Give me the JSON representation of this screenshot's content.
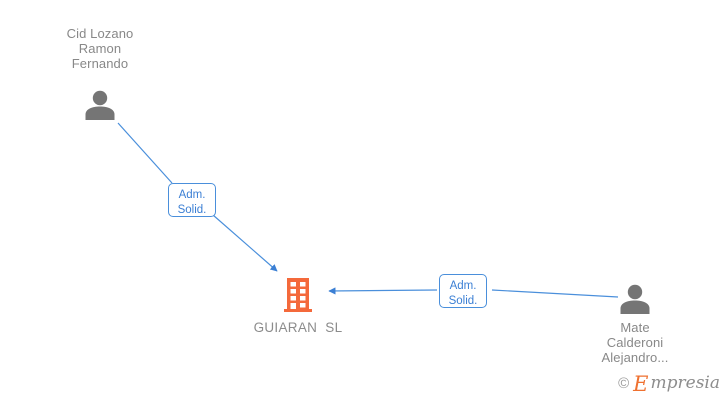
{
  "diagram": {
    "background_color": "#ffffff",
    "edge_color": "#4a8fdb",
    "person_color": "#757575",
    "company_color": "#f4693b",
    "text_color": "#888888"
  },
  "nodes": [
    {
      "id": "person-left",
      "type": "person",
      "icon": "person-icon",
      "label": "Cid Lozano\nRamon\nFernando"
    },
    {
      "id": "company",
      "type": "company",
      "icon": "company-building-icon",
      "label": "GUIARAN  SL"
    },
    {
      "id": "person-right",
      "type": "person",
      "icon": "person-icon",
      "label": "Mate\nCalderoni\nAlejandro..."
    }
  ],
  "edges": [
    {
      "id": "edge-left",
      "from": "person-left",
      "to": "company",
      "label": "Adm.\nSolid.",
      "direction": "to-company"
    },
    {
      "id": "edge-right",
      "from": "person-right",
      "to": "company",
      "label": "Adm.\nSolid.",
      "direction": "to-company"
    }
  ],
  "watermark": {
    "copyright": "©",
    "brand_initial": "E",
    "brand_rest": "mpresia"
  }
}
